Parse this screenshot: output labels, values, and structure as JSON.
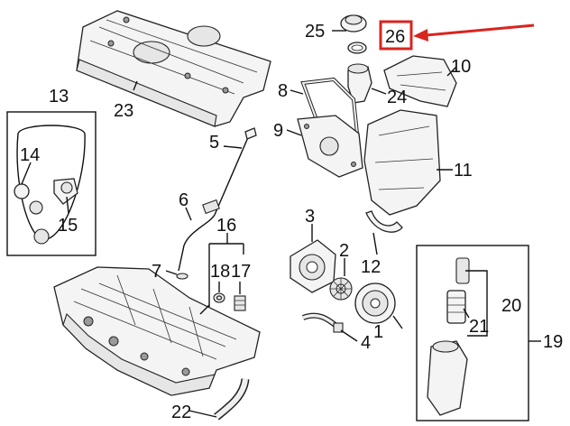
{
  "callouts": [
    {
      "id": "c1",
      "text": "1"
    },
    {
      "id": "c2",
      "text": "2"
    },
    {
      "id": "c3",
      "text": "3"
    },
    {
      "id": "c4",
      "text": "4"
    },
    {
      "id": "c5",
      "text": "5"
    },
    {
      "id": "c6",
      "text": "6"
    },
    {
      "id": "c7",
      "text": "7"
    },
    {
      "id": "c8",
      "text": "8"
    },
    {
      "id": "c9",
      "text": "9"
    },
    {
      "id": "c10",
      "text": "10"
    },
    {
      "id": "c11",
      "text": "11"
    },
    {
      "id": "c12",
      "text": "12"
    },
    {
      "id": "c13",
      "text": "13"
    },
    {
      "id": "c14",
      "text": "14"
    },
    {
      "id": "c15",
      "text": "15"
    },
    {
      "id": "c16",
      "text": "16"
    },
    {
      "id": "c17",
      "text": "17"
    },
    {
      "id": "c18",
      "text": "18"
    },
    {
      "id": "c19",
      "text": "19"
    },
    {
      "id": "c20",
      "text": "20"
    },
    {
      "id": "c21",
      "text": "21"
    },
    {
      "id": "c22",
      "text": "22"
    },
    {
      "id": "c23",
      "text": "23"
    },
    {
      "id": "c24",
      "text": "24"
    },
    {
      "id": "c25",
      "text": "25"
    },
    {
      "id": "c26",
      "text": "26"
    }
  ],
  "highlight": {
    "label": "26",
    "box_color": "#d9241f",
    "arrow_color": "#d9241f"
  },
  "colors": {
    "line": "#111111",
    "part_fill": "#f4f4f4",
    "part_shade": "#e6e6e6"
  }
}
